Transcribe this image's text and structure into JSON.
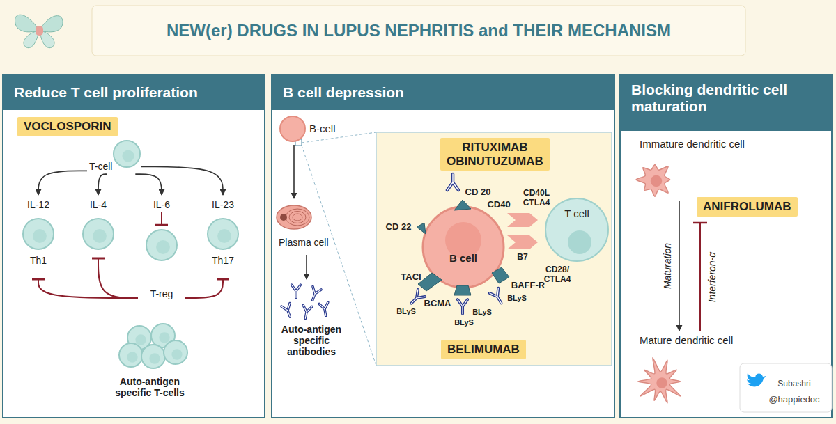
{
  "diagram": {
    "title": "NEW(er) DRUGS IN LUPUS NEPHRITIS and THEIR MECHANISM",
    "nodes": [
      {
        "text": [
          "Reduce T cell proliferation"
        ]
      },
      {
        "text": [
          "VOCLOSPORIN"
        ],
        "in": 0
      },
      {
        "text": [
          "T-cell"
        ],
        "in": 0
      },
      {
        "text": [
          "IL-12",
          "Th1"
        ],
        "in": 0
      },
      {
        "text": [
          "IL-4"
        ],
        "in": 0
      },
      {
        "text": [
          "IL-6",
          "T-reg"
        ],
        "in": 0
      },
      {
        "text": [
          "IL-23",
          "Th17"
        ],
        "in": 0
      },
      {
        "text": [
          "Auto-antigen specific T-cells"
        ],
        "in": 0
      },
      {
        "text": [
          "B cell depression"
        ]
      },
      {
        "text": [
          "B-cell"
        ],
        "in": 8
      },
      {
        "text": [
          "Plasma cell"
        ],
        "in": 8
      },
      {
        "text": [
          "Auto-antigen specific antibodies"
        ],
        "in": 8
      },
      {
        "text": [
          "RITUXIMAB OBINUTUZUMAB"
        ],
        "in": 8
      },
      {
        "text": [
          "B cell"
        ],
        "in": 8
      },
      {
        "text": [
          "T cell"
        ],
        "in": 8
      },
      {
        "text": [
          "BELIMUMAB"
        ],
        "in": 8
      },
      {
        "text": [
          "Blocking dendritic cell maturation"
        ]
      },
      {
        "text": [
          "Immature dendritic cell"
        ],
        "in": 16
      },
      {
        "text": [
          "ANIFROLUMAB"
        ],
        "in": 16
      },
      {
        "text": [
          "Mature dendritic cell"
        ],
        "in": 16
      }
    ],
    "edges": [
      {
        "from": 2,
        "to": 3,
        "arrow": "to"
      },
      {
        "from": 2,
        "to": 4,
        "arrow": "to"
      },
      {
        "from": 2,
        "to": 5,
        "arrow": "to"
      },
      {
        "from": 2,
        "to": 6,
        "arrow": "to"
      },
      {
        "from": 5,
        "to": 3,
        "arrow": "to"
      },
      {
        "from": 5,
        "to": 4,
        "arrow": "to"
      },
      {
        "from": 5,
        "to": 6,
        "arrow": "to"
      },
      {
        "from": 9,
        "to": 10,
        "arrow": "to"
      },
      {
        "from": 10,
        "to": 11,
        "arrow": "to"
      },
      {
        "from": 17,
        "to": 19,
        "label": "Maturation",
        "arrow": "to"
      }
    ],
    "labels": [
      "CD 20",
      "CD40",
      "CD40L CTLA4",
      "CD 22",
      "B7",
      "CD28/ CTLA4",
      "TACI",
      "BCMA",
      "BAFF-R",
      "BLyS",
      "BLyS",
      "BLyS",
      "BLyS",
      "Interferon-α",
      "Subashri",
      "@happiedoc"
    ]
  }
}
